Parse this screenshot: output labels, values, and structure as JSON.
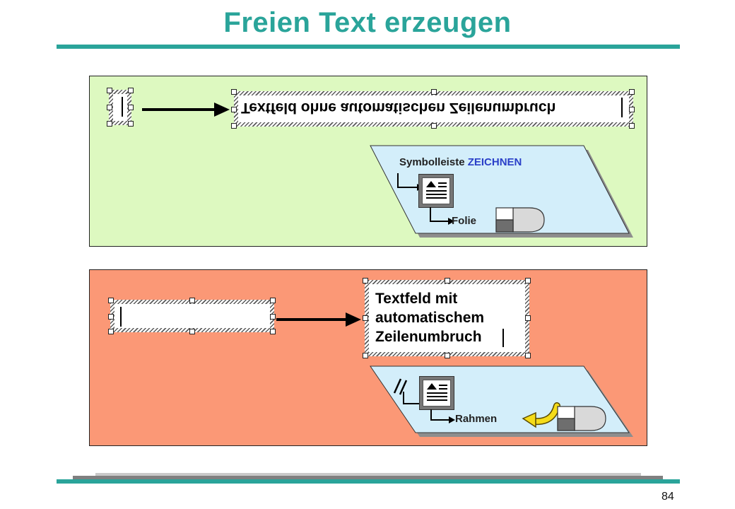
{
  "slide": {
    "title": "Freien Text erzeugen",
    "page_number": "84"
  },
  "panel_top": {
    "textbox_text": "Textfeld ohne automatischen Zeilenumbruch",
    "toolbar_label_prefix": "Symbolleiste ",
    "toolbar_label_accent": "ZEICHNEN",
    "action_label": "Folie"
  },
  "panel_bottom": {
    "wrap_line_1": "Textfeld mit",
    "wrap_line_2": "automatischem",
    "wrap_line_3": "Zeilenumbruch",
    "action_label": "Rahmen"
  },
  "colors": {
    "title": "#2aa49a",
    "panel_top_bg": "#ddf9c0",
    "panel_bottom_bg": "#fb9876",
    "callout_bg": "#d3eefa",
    "accent_text": "#2a3fc8"
  },
  "icons": [
    "textbox-icon",
    "mouse-icon",
    "yellow-arrow-icon",
    "elbow-arrow-icon"
  ]
}
